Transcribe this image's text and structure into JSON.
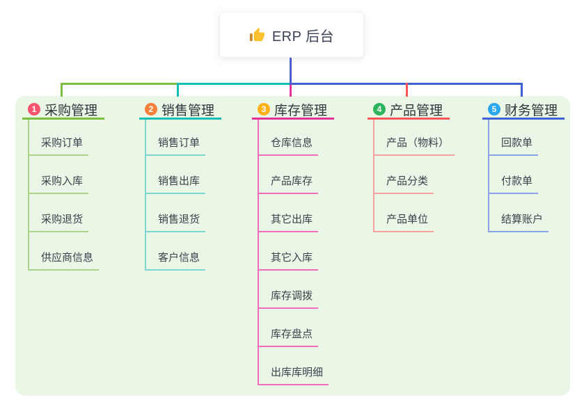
{
  "root": {
    "label": "ERP 后台",
    "icon": "thumbs-up"
  },
  "canvas_bg": "#EAF6E6",
  "connector": {
    "stem_color": "#4A5BCC"
  },
  "branches": [
    {
      "badge": "1",
      "title": "采购管理",
      "badge_color": "#F5536E",
      "line_color": "#7CBF3F",
      "child_line_color": "#ABD488",
      "children": [
        "采购订单",
        "采购入库",
        "采购退货",
        "供应商信息"
      ]
    },
    {
      "badge": "2",
      "title": "销售管理",
      "badge_color": "#F5803B",
      "line_color": "#10BDB2",
      "child_line_color": "#7CD8CE",
      "children": [
        "销售订单",
        "销售出库",
        "销售退货",
        "客户信息"
      ]
    },
    {
      "badge": "3",
      "title": "库存管理",
      "badge_color": "#FBB117",
      "line_color": "#E5309A",
      "child_line_color": "#F06EB7",
      "children": [
        "仓库信息",
        "产品库存",
        "其它出库",
        "其它入库",
        "库存调拨",
        "库存盘点",
        "出库库明细"
      ]
    },
    {
      "badge": "4",
      "title": "产品管理",
      "badge_color": "#2DB55D",
      "line_color": "#FB5456",
      "child_line_color": "#F9A0A1",
      "children": [
        "产品（物料）",
        "产品分类",
        "产品单位"
      ]
    },
    {
      "badge": "5",
      "title": "财务管理",
      "badge_color": "#2BA7F0",
      "line_color": "#3E62D5",
      "child_line_color": "#8BA2E8",
      "children": [
        "回款单",
        "付款单",
        "结算账户"
      ]
    }
  ]
}
